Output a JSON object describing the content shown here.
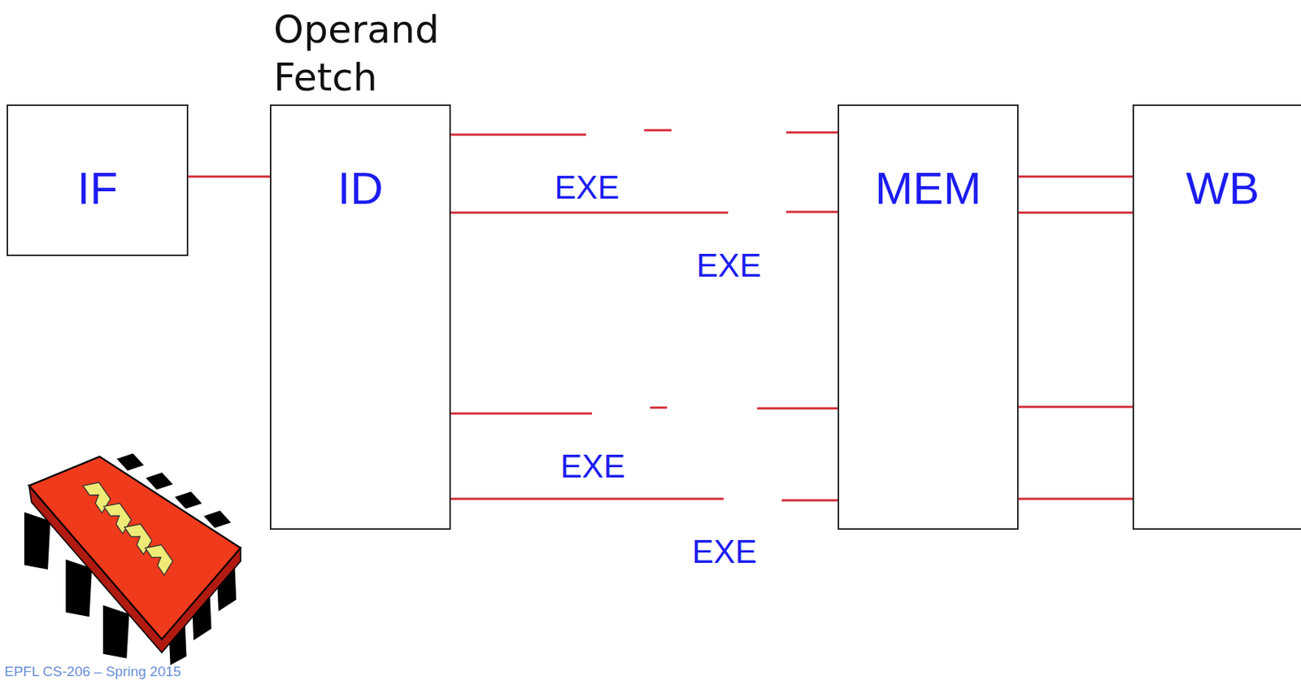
{
  "diagram": {
    "nodes": [
      {
        "text": [
          "IF"
        ]
      },
      {
        "text": [
          "Operand Fetch",
          "ID"
        ]
      },
      {
        "text": [
          "EXE"
        ]
      },
      {
        "text": [
          "EXE"
        ]
      },
      {
        "text": [
          "EXE"
        ]
      },
      {
        "text": [
          "EXE"
        ]
      },
      {
        "text": [
          "MEM"
        ]
      },
      {
        "text": [
          "WB"
        ]
      }
    ],
    "edges": [
      {
        "from": 0,
        "to": 1,
        "arrow": "none"
      },
      {
        "from": 1,
        "to": 2,
        "arrow": "none"
      },
      {
        "from": 1,
        "to": 3,
        "arrow": "none"
      },
      {
        "from": 2,
        "to": 3,
        "arrow": "none"
      },
      {
        "from": 3,
        "to": 6,
        "arrow": "none"
      },
      {
        "from": 3,
        "to": 6,
        "arrow": "none"
      },
      {
        "from": 1,
        "to": 4,
        "arrow": "none"
      },
      {
        "from": 1,
        "to": 5,
        "arrow": "none"
      },
      {
        "from": 4,
        "to": 5,
        "arrow": "none"
      },
      {
        "from": 5,
        "to": 6,
        "arrow": "none"
      },
      {
        "from": 5,
        "to": 6,
        "arrow": "none"
      },
      {
        "from": 6,
        "to": 7,
        "arrow": "none"
      },
      {
        "from": 6,
        "to": 7,
        "arrow": "none"
      },
      {
        "from": 6,
        "to": 7,
        "arrow": "none"
      },
      {
        "from": 6,
        "to": 7,
        "arrow": "none"
      }
    ],
    "labels": [
      "EPFL CS-206 – Spring 2015"
    ]
  }
}
